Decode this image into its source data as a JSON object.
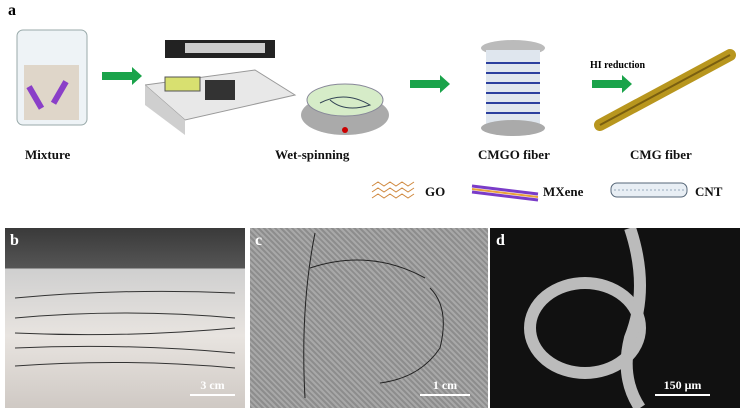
{
  "panel_a": {
    "label": "a",
    "steps": [
      "Mixture",
      "Wet-spinning",
      "CMGO fiber",
      "CMG fiber"
    ],
    "reduction_label": "HI reduction",
    "legend": [
      "GO",
      "MXene",
      "CNT"
    ]
  },
  "panel_b": {
    "label": "b",
    "scale": "3 cm"
  },
  "panel_c": {
    "label": "c",
    "scale": "1 cm"
  },
  "panel_d": {
    "label": "d",
    "scale": "150 μm"
  },
  "colors": {
    "arrow": "#1aa34a",
    "fiber": "#b8961e"
  }
}
